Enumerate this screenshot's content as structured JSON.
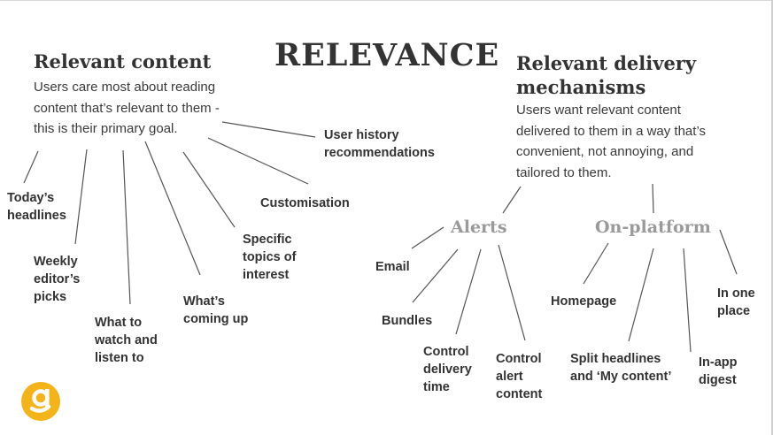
{
  "title": "RELEVANCE",
  "left": {
    "heading": "Relevant content",
    "description": "Users care most about reading\ncontent that’s relevant to them -\nthis is their primary goal.",
    "items": [
      "Today’s\nheadlines",
      "Weekly\neditor’s\npicks",
      "What to\nwatch and\nlisten to",
      "What’s\ncoming up",
      "Specific\ntopics of\ninterest",
      "Customisation",
      "User history\nrecommendations"
    ]
  },
  "right": {
    "heading": "Relevant delivery\nmechanisms",
    "description": "Users want relevant content\ndelivered to them in a way that’s\nconvenient, not annoying, and\ntailored to them.",
    "alerts": {
      "label": "Alerts",
      "items": [
        "Email",
        "Bundles",
        "Control\ndelivery\ntime",
        "Control\nalert\ncontent"
      ]
    },
    "platform": {
      "label": "On-platform",
      "items": [
        "Homepage",
        "Split headlines\nand ‘My content’",
        "In-app\ndigest",
        "In one\nplace"
      ]
    }
  },
  "colors": {
    "logo": "#f5b31a",
    "lines": "#555555",
    "subheading": "#9a9a9a"
  }
}
